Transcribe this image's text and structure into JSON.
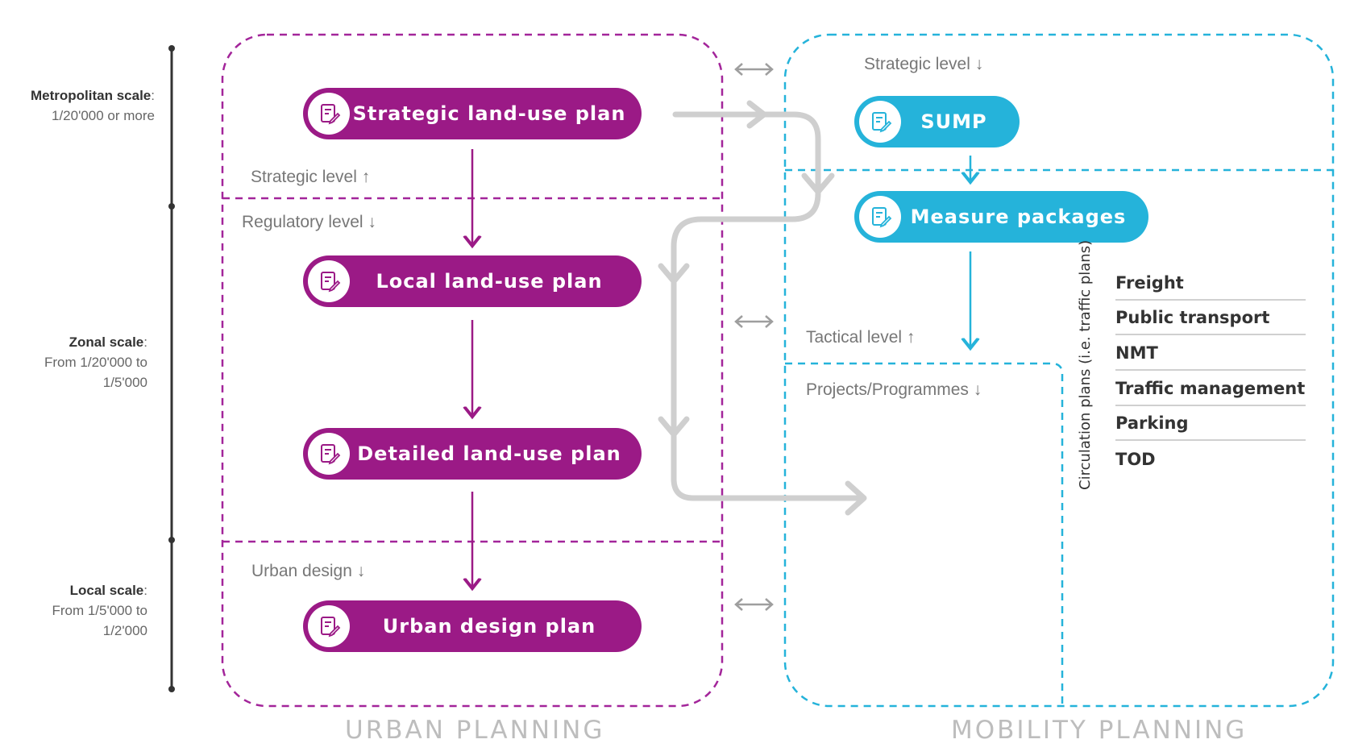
{
  "scales": [
    {
      "name": "Metropolitan scale",
      "suffix": ":",
      "range": "1/20'000 or more"
    },
    {
      "name": "Zonal scale",
      "suffix": ":",
      "range": "From 1/20'000 to 1/5'000"
    },
    {
      "name": "Local scale",
      "suffix": ":",
      "range": "From 1/5'000 to 1/2'000"
    }
  ],
  "urban": {
    "title": "URBAN PLANNING",
    "levels": {
      "strategic": "Strategic level ↑",
      "regulatory": "Regulatory level ↓",
      "urban_design": "Urban design ↓"
    },
    "plans": [
      "Strategic land-use plan",
      "Local land-use plan",
      "Detailed land-use plan",
      "Urban design plan"
    ],
    "color": "#9b1a86"
  },
  "mobility": {
    "title": "MOBILITY PLANNING",
    "levels": {
      "strategic": "Strategic level ↓",
      "tactical": "Tactical level ↑",
      "projects": "Projects/Programmes ↓"
    },
    "plans": [
      "SUMP",
      "Measure packages"
    ],
    "circulation_label": "Circulation plans (i.e. traffic plans)",
    "measures": [
      "Freight",
      "Public transport",
      "NMT",
      "Traffic management",
      "Parking",
      "TOD"
    ],
    "color": "#25b3da"
  },
  "colors": {
    "flow_arrow": "#cfcfcf",
    "link_arrow": "#9e9e9e",
    "scale_line": "#333333"
  },
  "icons": {
    "plan": "document-edit-icon",
    "link": "double-arrow-icon"
  }
}
